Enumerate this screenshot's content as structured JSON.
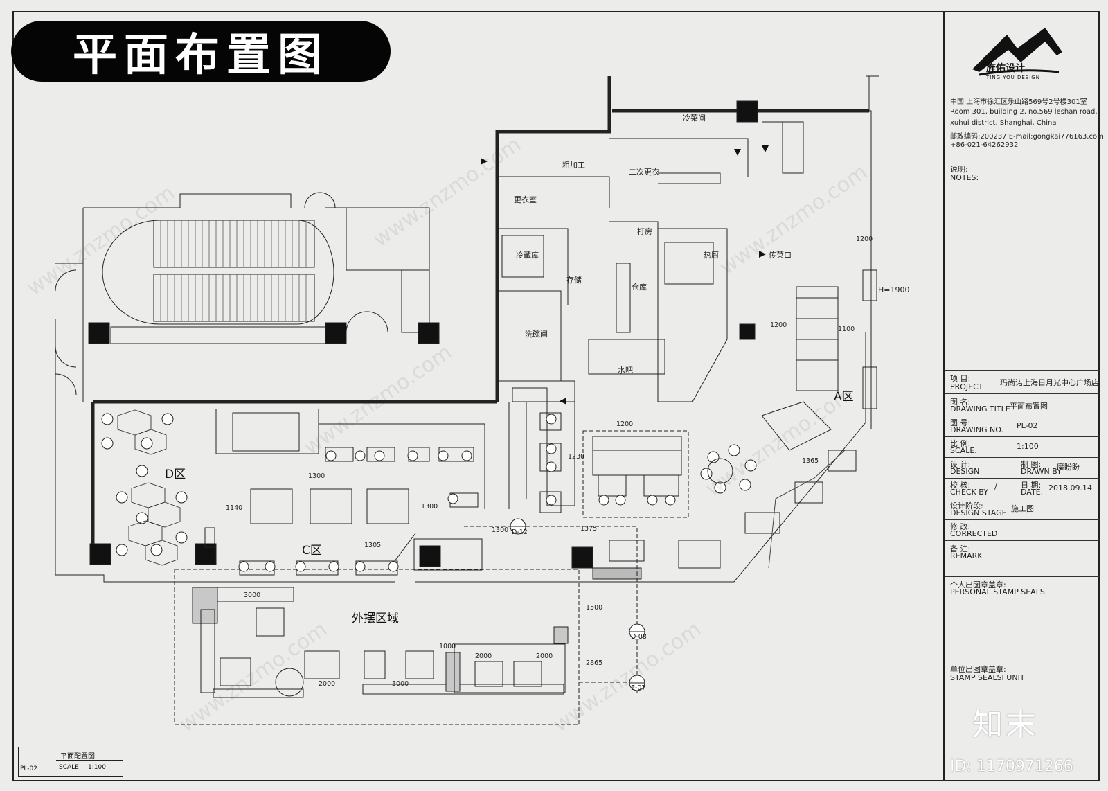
{
  "header": {
    "title": "平面布置图"
  },
  "company": {
    "name_cn": "旌佑设计",
    "name_en": "TING YOU DESIGN",
    "address_cn": "中国   上海市徐汇区乐山路569号2号楼301室",
    "address_en_1": "Room 301, building 2, no.569 leshan road,",
    "address_en_2": "xuhui district, Shanghai, China",
    "postal": "邮政编码:200237  E-mail:gongkai776163.com",
    "phone": "+86-021-64262932"
  },
  "titleblock": {
    "notes_cn": "说明:",
    "notes_en": "NOTES:",
    "project_cn": "项 目:",
    "project_en": "PROJECT",
    "project_value": "玛尚诺上海日月光中心广场店",
    "drawing_title_cn": "图 名:",
    "drawing_title_en": "DRAWING TITLE",
    "drawing_title_value": "平面布置图",
    "drawing_no_cn": "图 号:",
    "drawing_no_en": "DRAWING NO.",
    "drawing_no_value": "PL-02",
    "scale_cn": "比 例:",
    "scale_en": "SCALE.",
    "scale_value": "1:100",
    "design_cn": "设 计:",
    "design_en": "DESIGN",
    "drawn_cn": "制 图:",
    "drawn_en": "DRAWN BY",
    "drawn_value": "魔盼盼",
    "check_cn": "校 核:",
    "check_en": "CHECK BY",
    "check_value": "/",
    "date_cn": "日 期:",
    "date_en": "DATE.",
    "date_value": "2018.09.14",
    "stage_cn": "设计阶段:",
    "stage_en": "DESIGN STAGE",
    "stage_value": "施工图",
    "corrected_cn": "修 改:",
    "corrected_en": "CORRECTED",
    "remark_cn": "备 注:",
    "remark_en": "REMARK",
    "personal_cn": "个人出图章盖章:",
    "personal_en": "PERSONAL STAMP SEALS",
    "unit_cn": "单位出图章盖章:",
    "unit_en": "STAMP SEALSI UNIT"
  },
  "plan": {
    "zones": {
      "a": "A区",
      "c": "C区",
      "d": "D区",
      "outdoor": "外摆区域"
    },
    "rooms": {
      "cold_dish": "冷菜间",
      "coarse_processing": "粗加工",
      "second_changing": "二次更衣",
      "changing": "更衣室",
      "cold_storage": "冷藏库",
      "storage": "存储",
      "warehouse": "仓库",
      "dishwashing": "洗碗间",
      "hot_kitchen": "热厨",
      "beverage_bar": "水吧",
      "pass_window": "传菜口",
      "pastry": "打房"
    },
    "dims": {
      "d1200a": "1200",
      "d1200b": "1200",
      "d1200c": "1200",
      "d1100": "1100",
      "h1900": "H=1900",
      "d1230": "1230",
      "d1300a": "1300",
      "d1300b": "1300",
      "d1300c": "1300",
      "d1140": "1140",
      "d1305": "1305",
      "d1375": "1375",
      "d1500": "1500",
      "d3000a": "3000",
      "d3000b": "3000",
      "d2000a": "2000",
      "d2000b": "2000",
      "d2000c": "2000",
      "d1000": "1000",
      "d2865": "2865",
      "d1365": "1365"
    },
    "markers": {
      "m1": "D-12",
      "m2": "D-08",
      "m3": "E-07"
    }
  },
  "scale_box": {
    "title": "平面配置图",
    "sheet": "PL-02",
    "scale_label": "SCALE",
    "scale_value": "1:100"
  },
  "watermark": {
    "site": "www.znzmo.com",
    "brand": "知末",
    "id": "ID: 1170971266"
  }
}
